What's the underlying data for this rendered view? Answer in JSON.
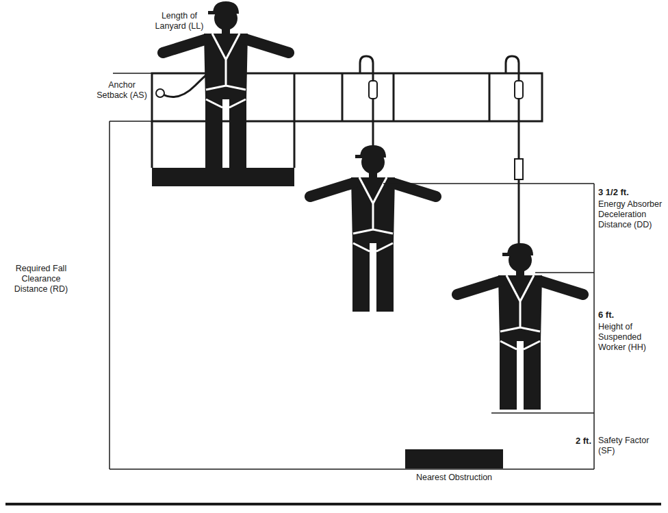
{
  "diagram": {
    "labels": [
      "Length of Lanyard (LL)",
      "Anchor Setback (AS)",
      "Required Fall Clearance Distance (RD)",
      "3 1/2 ft.",
      "Energy Absorber Deceleration Distance (DD)",
      "6 ft.",
      "Height of Suspended Worker (HH)",
      "2 ft.",
      "Safety Factor (SF)",
      "Nearest Obstruction"
    ]
  }
}
